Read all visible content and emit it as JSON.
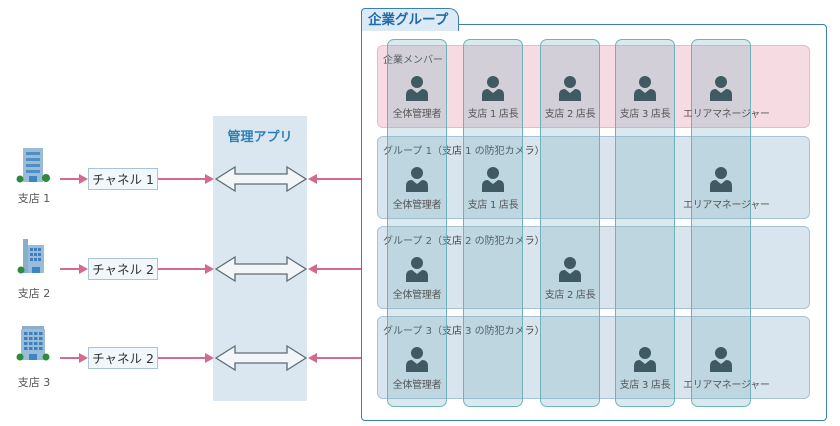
{
  "branches": [
    {
      "label": "支店 1",
      "channel": "チャネル 1",
      "icon": "office-building-icon"
    },
    {
      "label": "支店 2",
      "channel": "チャネル 2",
      "icon": "office-building-icon"
    },
    {
      "label": "支店 3",
      "channel": "チャネル 2",
      "icon": "office-building-icon"
    }
  ],
  "management_app": {
    "title": "管理アプリ",
    "connector_icon": "double-arrow-icon"
  },
  "enterprise_group": {
    "title": "企業グループ",
    "rows": [
      {
        "label": "企業メンバー",
        "kind": "members"
      },
      {
        "label": "グループ 1（支店 1 の防犯カメラ）",
        "kind": "group"
      },
      {
        "label": "グループ 2（支店 2 の防犯カメラ）",
        "kind": "group"
      },
      {
        "label": "グループ 3（支店 3 の防犯カメラ）",
        "kind": "group"
      }
    ],
    "roles": [
      "全体管理者",
      "支店 1 店長",
      "支店 2 店長",
      "支店 3 店長",
      "エリアマネージャー"
    ],
    "assignments": [
      {
        "row": 0,
        "members": [
          "全体管理者",
          "支店 1 店長",
          "支店 2 店長",
          "支店 3 店長",
          "エリアマネージャー"
        ]
      },
      {
        "row": 1,
        "members": [
          "全体管理者",
          "支店 1 店長",
          "エリアマネージャー"
        ]
      },
      {
        "row": 2,
        "members": [
          "全体管理者",
          "支店 2 店長"
        ]
      },
      {
        "row": 3,
        "members": [
          "全体管理者",
          "支店 3 店長",
          "エリアマネージャー"
        ]
      }
    ]
  },
  "colors": {
    "flow_arrow": "#d26b8e",
    "members_row": "#f7dbe3",
    "group_row": "#d8e5ee",
    "role_column": "#6fb3b8",
    "title_blue": "#1f6aa8",
    "person": "#3f5a62"
  }
}
